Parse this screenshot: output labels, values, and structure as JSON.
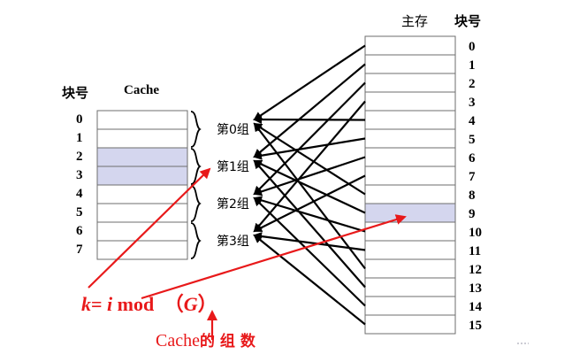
{
  "cache": {
    "block_header": "块号",
    "title": "Cache",
    "block_numbers": [
      "0",
      "1",
      "2",
      "3",
      "4",
      "5",
      "6",
      "7"
    ],
    "highlighted_blocks": [
      2,
      3
    ],
    "groups": [
      "第0组",
      "第1组",
      "第2组",
      "第3组"
    ]
  },
  "main_memory": {
    "title": "主存",
    "block_header": "块号",
    "block_numbers": [
      "0",
      "1",
      "2",
      "3",
      "4",
      "5",
      "6",
      "7",
      "8",
      "9",
      "10",
      "11",
      "12",
      "13",
      "14",
      "15"
    ],
    "highlighted_blocks": [
      9
    ]
  },
  "formula": {
    "k": "k",
    "eq": "=",
    "i": "i",
    "mod": "mod",
    "lparen": "（",
    "G": "G",
    "rparen": "）"
  },
  "annotation": {
    "cache_text": "Cache",
    "group_count_text": "的 组 数"
  },
  "colors": {
    "highlight": "#d4d6ee",
    "annotation": "#e8191a",
    "mapping_arrows": "#000000"
  }
}
